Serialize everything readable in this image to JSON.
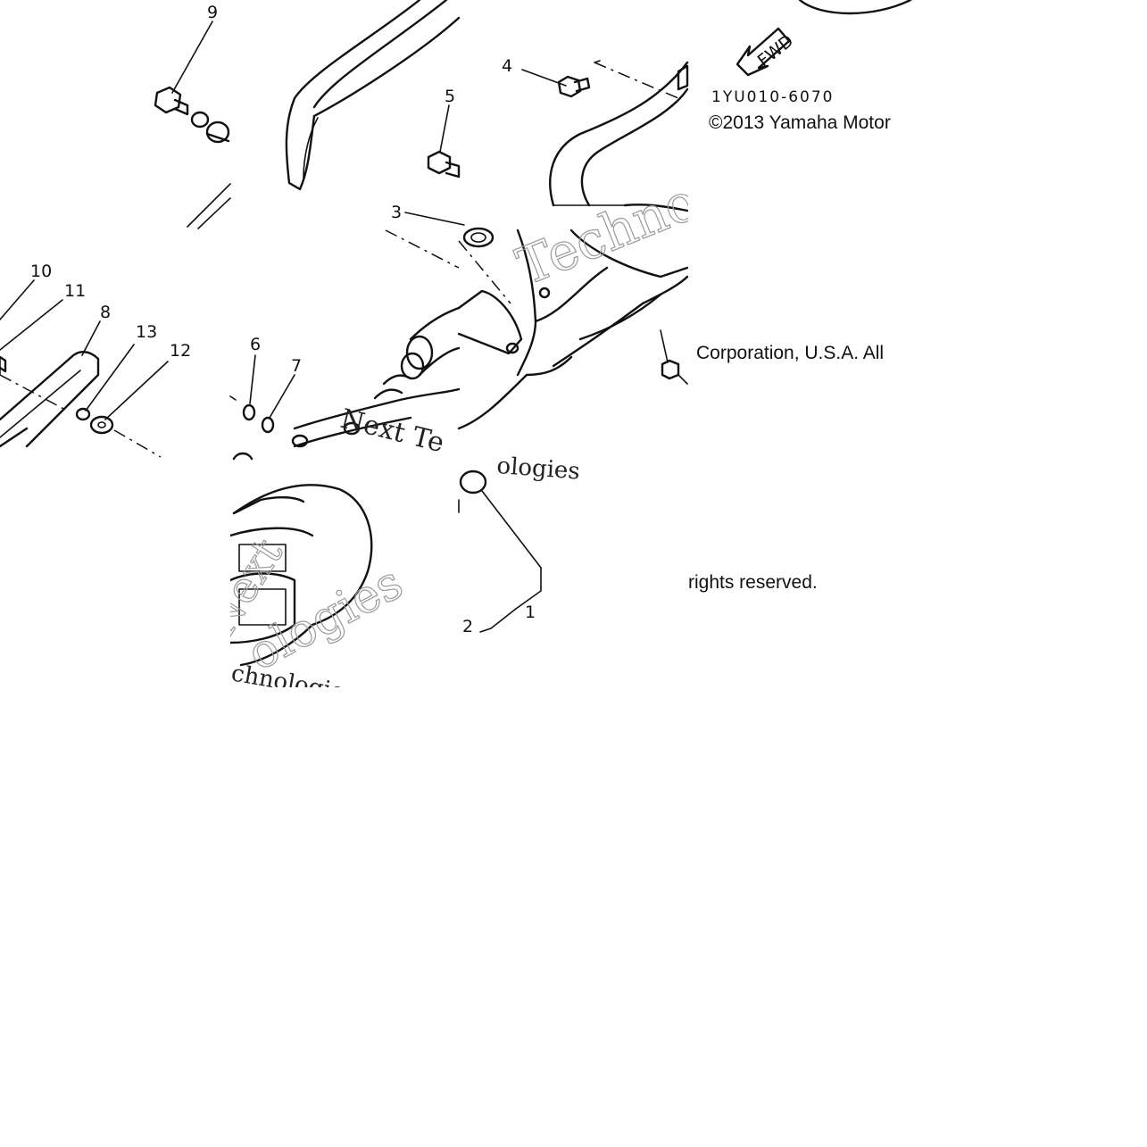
{
  "callouts": {
    "c1": "1",
    "c2": "2",
    "c3": "3",
    "c4": "4",
    "c5": "5",
    "c6": "6",
    "c7": "7",
    "c8": "8",
    "c9": "9",
    "c10": "10",
    "c11": "11",
    "c12": "12",
    "c13": "13"
  },
  "diagram_code": "1YU010-6070",
  "direction_arrow": "FWD",
  "copyright": {
    "line1": "©2013 Yamaha Motor",
    "line2": "Corporation, U.S.A. All",
    "line3": "rights reserved."
  },
  "watermarks": {
    "w1": "Techno",
    "w2": "Next Te",
    "w3": "ologies",
    "w4": "Next",
    "w5": "ologies",
    "w6": "chnologies"
  }
}
